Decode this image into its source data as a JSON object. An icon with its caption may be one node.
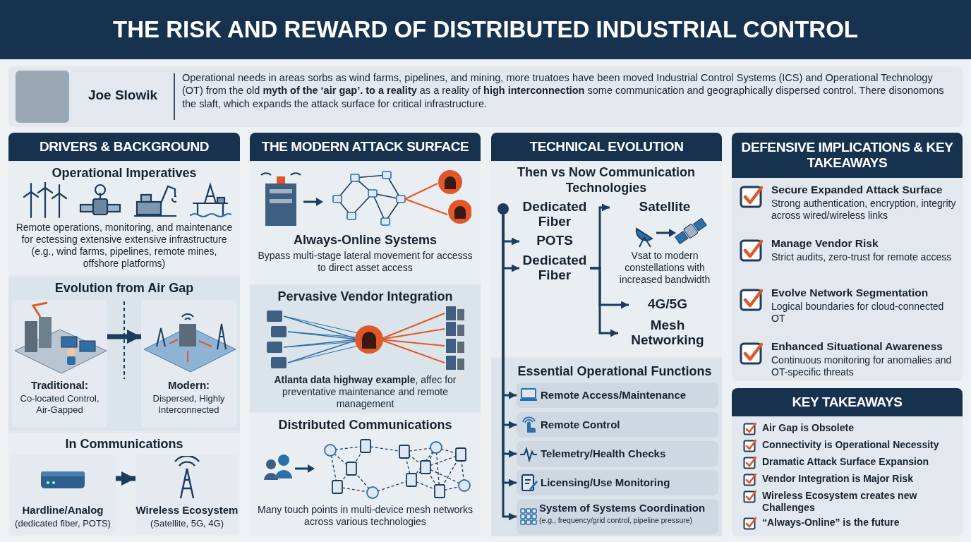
{
  "diagram": {
    "title": "THE RISK AND REWARD OF DISTRIBUTED INDUSTRIAL CONTROL",
    "nodes": [
      {
        "text": [
          "Joe Slowik",
          "Operational needs in areas sorbs as wind farms, pipelines, and mining, more truatoes have been moved Industrial Control Systems (ICS) and Operational Technology (OT) from the old **myth of the ‘air gap’. to a reality** as a reality of **high interconnection** some communication and geographically dispersed control. There disonomons the slaft, which expands the attack surface for critical infrastructure."
        ]
      },
      {
        "text": [
          "DRIVERS & BACKGROUND"
        ]
      },
      {
        "text": [
          "Operational Imperatives",
          "Remote operations, monitoring, and maintenance for ectessing extensive extensive infrastructure (e.g., wind farms, pipelines, remote mines, offshore platforms)"
        ],
        "in": 1
      },
      {
        "text": [
          "Evolution from Air Gap"
        ],
        "in": 1
      },
      {
        "text": [
          "Traditional:",
          "Co-located Control, Air-Gapped"
        ],
        "in": 3
      },
      {
        "text": [
          "Modern:",
          "Dispersed, Highly Interconnected"
        ],
        "in": 3
      },
      {
        "text": [
          "In Communications"
        ],
        "in": 1
      },
      {
        "text": [
          "Hardline/Analog",
          "(dedicated fiber, POTS)"
        ],
        "in": 6
      },
      {
        "text": [
          "Wireless Ecosystem",
          "(Satellite, 5G, 4G)"
        ],
        "in": 6
      },
      {
        "text": [
          "THE MODERN ATTACK SURFACE"
        ]
      },
      {
        "text": [
          "Always-Online Systems",
          "Bypass multi-stage lateral movement for accesss to direct asset access"
        ],
        "in": 9
      },
      {
        "text": [
          "Pervasive Vendor Integration",
          "**Atlanta data highway example**, affec for preventative maintenance and remote management"
        ],
        "in": 9
      },
      {
        "text": [
          "Distributed Communications",
          "Many touch points in multi-device mesh networks across various technologies"
        ],
        "in": 9
      },
      {
        "text": [
          "TECHNICAL EVOLUTION"
        ]
      },
      {
        "text": [
          "Then vs Now Communication Technologies"
        ],
        "in": 13
      },
      {
        "text": [],
        "shape": "circle",
        "in": 14
      },
      {
        "text": [
          "POTS"
        ],
        "in": 14
      },
      {
        "text": [
          "Dedicated Fiber"
        ],
        "in": 14
      },
      {
        "text": [
          "Satellite"
        ],
        "beside": [
          "Vsat to modern constellations with increased bandwidth"
        ],
        "in": 14
      },
      {
        "text": [
          "4G/5G"
        ],
        "in": 14
      },
      {
        "text": [
          "Mesh Networking"
        ],
        "in": 14
      },
      {
        "text": [
          "Essential Operational Functions"
        ],
        "in": 13
      },
      {
        "text": [
          "Remote Access/Maintenance"
        ],
        "in": 21
      },
      {
        "text": [
          "Remote Control"
        ],
        "in": 21
      },
      {
        "text": [
          "Telemetry/Health Checks"
        ],
        "in": 21
      },
      {
        "text": [
          "Licensing/Use Monitoring"
        ],
        "in": 21
      },
      {
        "text": [
          "System of Systems Coordination",
          "(e.g., frequency/grid control, pipeline pressure)"
        ],
        "in": 21
      },
      {
        "text": [
          "DEFENSIVE IMPLICATIONS & KEY TAKEAWAYS"
        ]
      },
      {
        "text": [
          "KEY TAKEAWAYS"
        ]
      }
    ],
    "edges": [
      {
        "from": 4,
        "to": 5,
        "arrow": "to",
        "style": "thick"
      },
      {
        "from": 7,
        "to": 8,
        "arrow": "to",
        "style": "thick"
      },
      {
        "from": 15,
        "to": 16,
        "arrow": "to"
      },
      {
        "from": 15,
        "to": 17,
        "arrow": "to"
      },
      {
        "from": 17,
        "to": 18,
        "arrow": "to"
      },
      {
        "from": 17,
        "to": 19,
        "arrow": "to"
      },
      {
        "from": 17,
        "to": 20,
        "arrow": "to"
      },
      {
        "from": 15,
        "to": 22,
        "arrow": "to"
      },
      {
        "from": 15,
        "to": 23,
        "arrow": "to"
      },
      {
        "from": 15,
        "to": 24,
        "arrow": "to"
      },
      {
        "from": 15,
        "to": 25,
        "arrow": "to"
      },
      {
        "from": 15,
        "to": 26,
        "arrow": "to"
      }
    ],
    "labels": [
      "Dedicated Fiber",
      "Secure Expanded Attack Surface",
      "Strong authentication, encryption, integrity across wired/wireless links",
      "Manage Vendor Risk",
      "Strict audits, zero-trust for remote access",
      "Evolve Network Segmentation",
      "Logical boundaries for cloud-connected OT",
      "Enhanced Situational Awareness",
      "Continuous monitoring for anomalies and OT-specific threats",
      "Air Gap is Obsolete",
      "Connectivity is Operational Necessity",
      "Dramatic Attack Surface Expansion",
      "Vendor Integration is Major Risk",
      "Wireless Ecosystem creates new Challenges",
      "“Always-Online” is the future"
    ]
  }
}
